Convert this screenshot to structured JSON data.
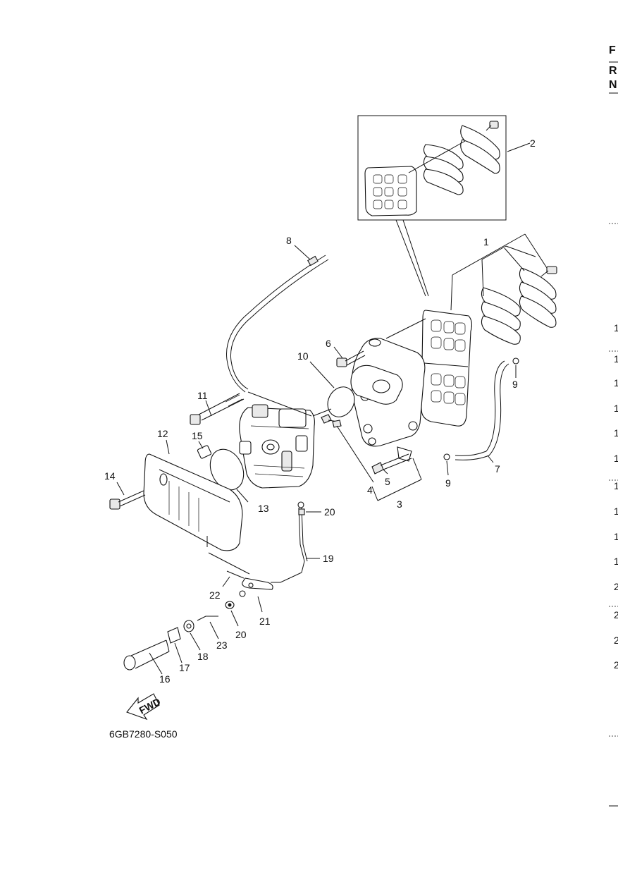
{
  "diagram": {
    "callouts": [
      "1",
      "2",
      "3",
      "4",
      "5",
      "6",
      "7",
      "8",
      "9",
      "9",
      "10",
      "11",
      "12",
      "13",
      "14",
      "15",
      "16",
      "17",
      "18",
      "19",
      "20",
      "20",
      "21",
      "22",
      "23"
    ],
    "figure_code": "6GB7280-S050",
    "fwd_label": "FWD"
  },
  "right_edge": {
    "header": [
      "F",
      "R",
      "N"
    ],
    "row_marks": [
      "1",
      "1",
      "1",
      "1",
      "1",
      "1",
      "1",
      "1",
      "1",
      "1",
      "2",
      "2",
      "2",
      "2"
    ]
  }
}
